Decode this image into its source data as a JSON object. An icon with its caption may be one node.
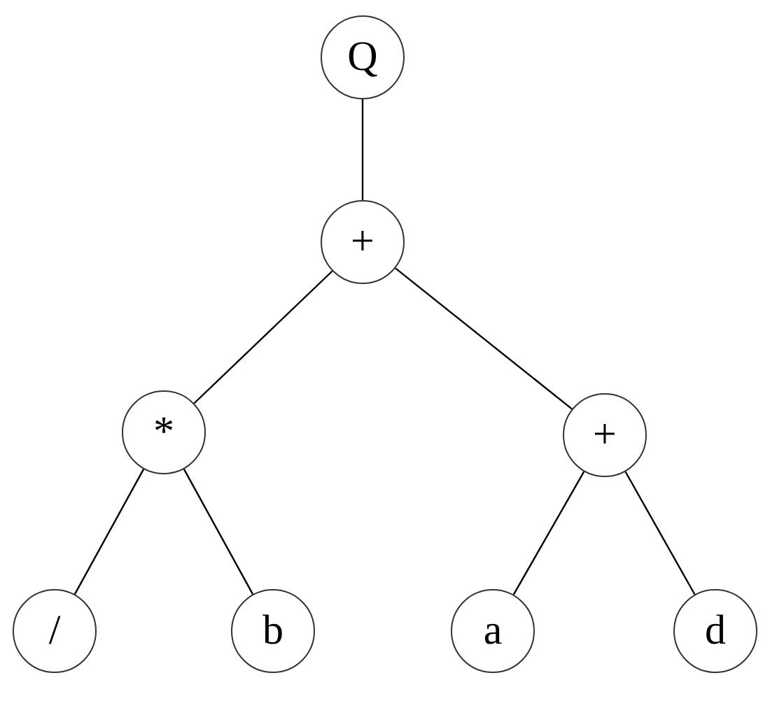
{
  "diagram": {
    "nodes": [
      {
        "text": [
          "Q"
        ]
      },
      {
        "text": [
          "+"
        ]
      },
      {
        "text": [
          "*"
        ]
      },
      {
        "text": [
          "+"
        ]
      },
      {
        "text": [
          "/"
        ]
      },
      {
        "text": [
          "b"
        ]
      },
      {
        "text": [
          "a"
        ]
      },
      {
        "text": [
          "d"
        ]
      }
    ],
    "edges": [
      {
        "from": 0,
        "to": 1,
        "arrow": "none"
      },
      {
        "from": 1,
        "to": 2,
        "arrow": "none"
      },
      {
        "from": 1,
        "to": 3,
        "arrow": "none"
      },
      {
        "from": 2,
        "to": 4,
        "arrow": "none"
      },
      {
        "from": 2,
        "to": 5,
        "arrow": "none"
      },
      {
        "from": 3,
        "to": 6,
        "arrow": "none"
      },
      {
        "from": 3,
        "to": 7,
        "arrow": "none"
      }
    ]
  }
}
